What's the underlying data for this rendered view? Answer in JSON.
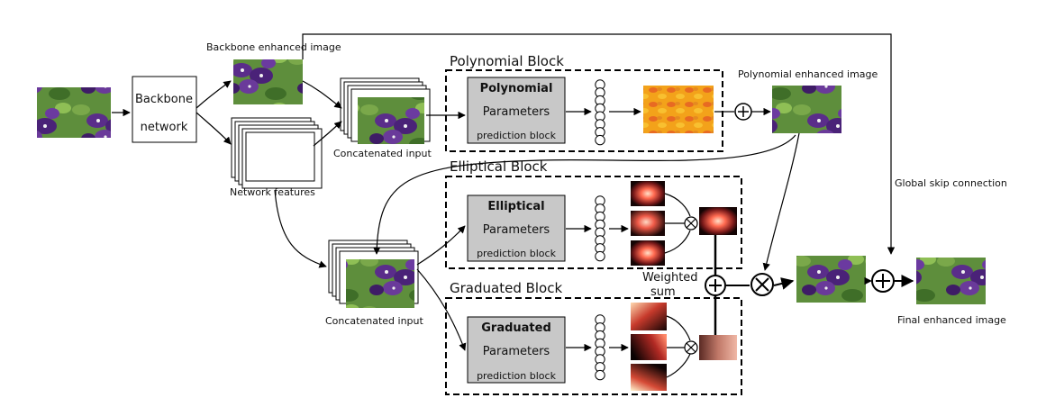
{
  "backbone_label": {
    "line1": "Backbone",
    "line2": "network"
  },
  "backbone_enhanced_label": "Backbone enhanced image",
  "network_features_label": "Network features",
  "concat_input_label": "Concatenated input",
  "concat_input_label_2": "Concatenated input",
  "polynomial_enhanced_label": "Polynomial enhanced image",
  "global_skip_label": "Global skip connection",
  "final_enhanced_label": "Final enhanced image",
  "weighted_sum_label": {
    "line1": "Weighted",
    "line2": "sum"
  },
  "blocks": {
    "polynomial": {
      "title": "Polynomial Block",
      "name": "Polynomial",
      "line2": "Parameters",
      "line3": "prediction block"
    },
    "elliptical": {
      "title": "Elliptical Block",
      "name": "Elliptical",
      "line2": "Parameters",
      "line3": "prediction block"
    },
    "graduated": {
      "title": "Graduated Block",
      "name": "Graduated",
      "line2": "Parameters",
      "line3": "prediction block"
    }
  },
  "colors": {
    "flower": "#4a2a7a",
    "foliage": "#5a8a3a",
    "param_box": "#c8c8c8",
    "poly_map": "#f0a020",
    "ellipse_glow": "#ff5a4a"
  }
}
